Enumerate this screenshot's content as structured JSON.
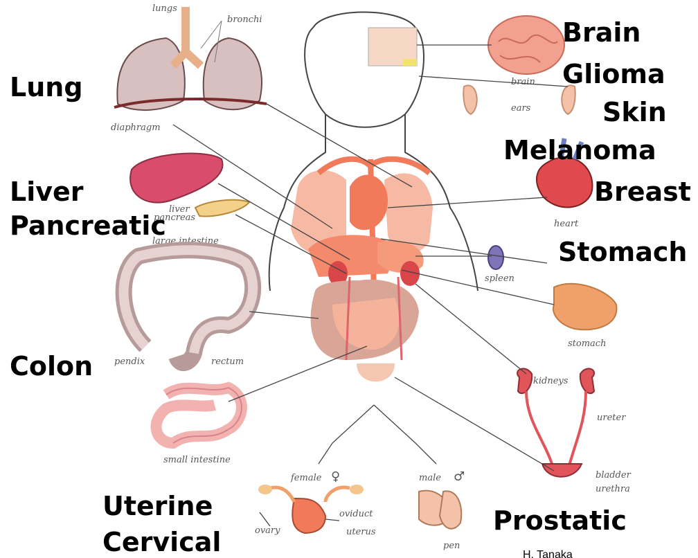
{
  "cancer_labels": {
    "brain": "Brain",
    "glioma": "Glioma",
    "skin": "Skin",
    "melanoma": "Melanoma",
    "lung": "Lung",
    "liver": "Liver",
    "breast": "Breast",
    "pancreatic": "Pancreatic",
    "stomach": "Stomach",
    "colon": "Colon",
    "uterine": "Uterine",
    "cervical": "Cervical",
    "prostatic": "Prostatic"
  },
  "organ_labels": {
    "lungs": "lungs",
    "bronchi": "bronchi",
    "diaphragm": "diaphragm",
    "brain": "brain",
    "ears": "ears",
    "liver": "liver",
    "pancreas": "pancreas",
    "large_intestine": "large intestine",
    "heart": "heart",
    "spleen": "spleen",
    "stomach": "stomach",
    "appendix": "pendix",
    "rectum": "rectum",
    "small_intestine": "small intestine",
    "kidneys": "kidneys",
    "ureter": "ureter",
    "bladder": "bladder",
    "urethra": "urethra",
    "female": "female",
    "male": "male",
    "ovary": "ovary",
    "oviduct": "oviduct",
    "uterus": "uterus",
    "penis": "pen",
    "credit": "H. Tanaka"
  },
  "colors": {
    "organ_red": "#f07a5a",
    "organ_light": "#f6b9a3",
    "organ_brown": "#d9a597",
    "outline": "#555555",
    "liver": "#d94c6b",
    "stomach": "#f0a06a",
    "intestine": "#f2b3b0"
  }
}
